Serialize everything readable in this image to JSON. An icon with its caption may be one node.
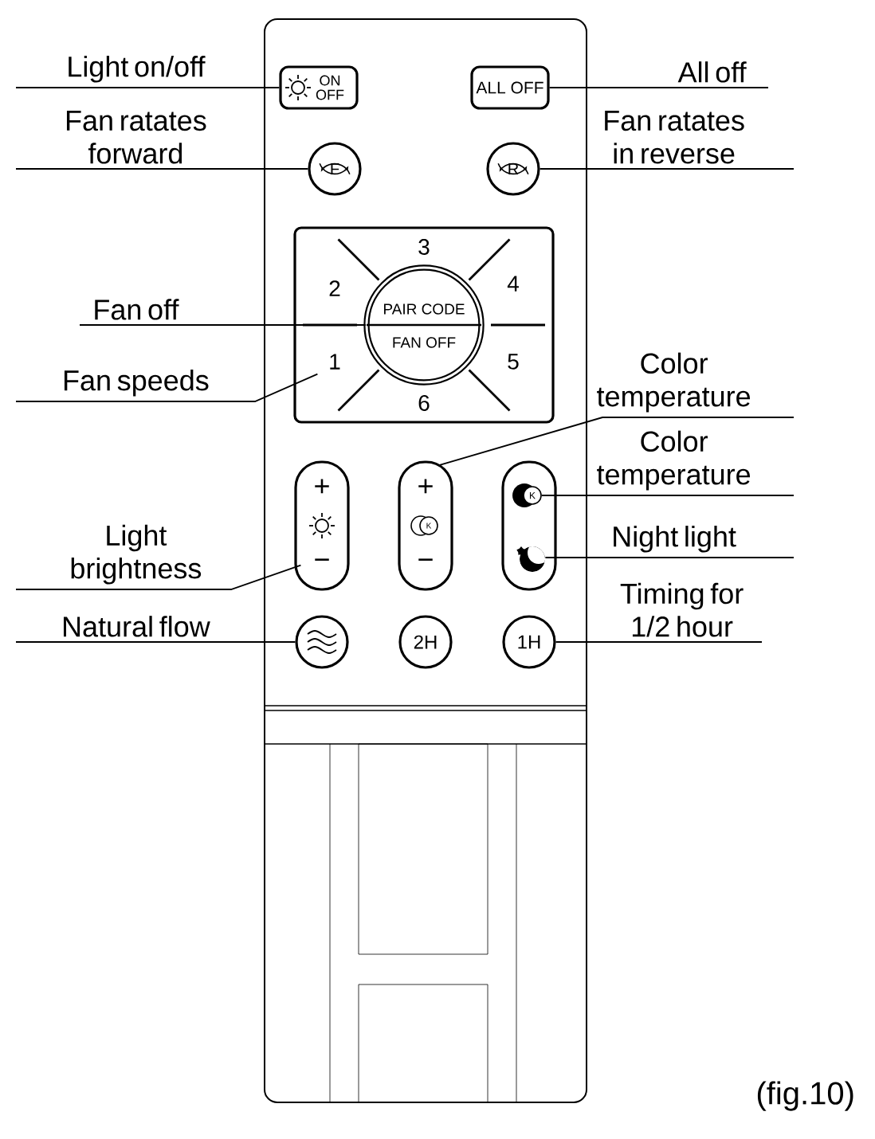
{
  "diagram": {
    "nodes": [
      {
        "text": [
          "Light on/off"
        ]
      },
      {
        "text": [
          "ON OFF"
        ]
      },
      {
        "text": [
          "ALL OFF"
        ]
      },
      {
        "text": [
          "All off"
        ]
      },
      {
        "text": [
          "Fan ratates forward"
        ]
      },
      {
        "text": [
          "F"
        ]
      },
      {
        "text": [
          "R"
        ]
      },
      {
        "text": [
          "Fan ratates in reverse"
        ]
      },
      {
        "text": [
          "Fan off"
        ]
      },
      {
        "text": [
          "3",
          "2",
          "4",
          "1",
          "5",
          "6"
        ]
      },
      {
        "text": [
          "PAIR CODE",
          "FAN OFF"
        ],
        "in": 9
      },
      {
        "text": [
          "Fan speeds"
        ]
      },
      {
        "text": [
          "Color temperature"
        ]
      },
      {
        "text": [
          "Color temperature"
        ]
      },
      {
        "text": [
          "Light brightness"
        ]
      },
      {
        "text": [
          "+",
          "−"
        ]
      },
      {
        "text": [
          "+",
          "K",
          "−"
        ]
      },
      {
        "text": [],
        "shape": "box"
      },
      {
        "text": [
          "K"
        ],
        "in": 17
      },
      {
        "text": [],
        "shape": "moon",
        "in": 17
      },
      {
        "text": [
          "Night light"
        ]
      },
      {
        "text": [
          "Natural flow"
        ]
      },
      {
        "text": [],
        "shape": "circle"
      },
      {
        "text": [
          "2H"
        ]
      },
      {
        "text": [
          "1H"
        ]
      },
      {
        "text": [
          "Timing for 1/2 hour"
        ]
      }
    ],
    "edges": [
      {
        "from": 0,
        "to": 1,
        "arrow": "none"
      },
      {
        "from": 3,
        "to": 2,
        "arrow": "none"
      },
      {
        "from": 4,
        "to": 5,
        "arrow": "none"
      },
      {
        "from": 7,
        "to": 6,
        "arrow": "none"
      },
      {
        "from": 8,
        "to": 10,
        "arrow": "none"
      },
      {
        "from": 11,
        "to": 9,
        "arrow": "none"
      },
      {
        "from": 12,
        "to": 16,
        "arrow": "none"
      },
      {
        "from": 13,
        "to": 18,
        "arrow": "none"
      },
      {
        "from": 14,
        "to": 15,
        "arrow": "none"
      },
      {
        "from": 20,
        "to": 19,
        "arrow": "none"
      },
      {
        "from": 21,
        "to": 22,
        "arrow": "none"
      },
      {
        "from": 25,
        "to": 24,
        "arrow": "none"
      }
    ],
    "labels": [
      "(fig.10)"
    ]
  }
}
